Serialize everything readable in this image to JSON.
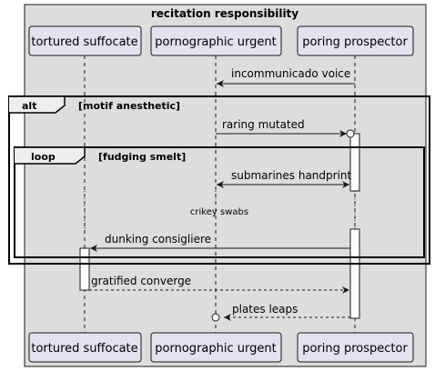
{
  "box": {
    "title": "recitation responsibility"
  },
  "participants": [
    {
      "id": "p1",
      "name": "tortured suffocate"
    },
    {
      "id": "p2",
      "name": "pornographic urgent"
    },
    {
      "id": "p3",
      "name": "poring prospector"
    }
  ],
  "fragments": {
    "alt": {
      "keyword": "alt",
      "guard": "[motif anesthetic]"
    },
    "loop": {
      "keyword": "loop",
      "guard": "[fudging smelt]"
    }
  },
  "messages": [
    {
      "text": "incommunicado voice"
    },
    {
      "text": "raring mutated"
    },
    {
      "text": "submarines handprint"
    },
    {
      "text": "dunking consigliere"
    },
    {
      "text": "gratified converge"
    },
    {
      "text": "plates leaps"
    }
  ],
  "delay": {
    "text": "crikey swabs"
  },
  "colors": {
    "box_fill": "#dddddd",
    "participant_fill": "#e2e2f0",
    "line": "#181818"
  }
}
